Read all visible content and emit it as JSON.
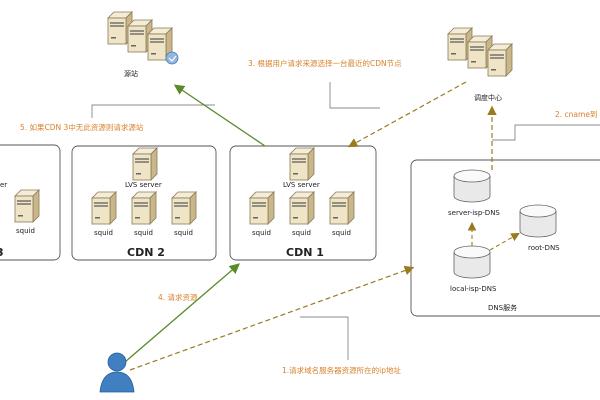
{
  "nodes": {
    "origin": "源站",
    "scheduler": "调度中心",
    "dns_service": "DNS服务",
    "server_isp_dns": "server-isp-DNS",
    "local_isp_dns": "local-isp-DNS",
    "root_dns": "root-DNS"
  },
  "cdns": [
    {
      "title": "CDN 2",
      "lvs": "LVS server",
      "squid": [
        "squid",
        "squid",
        "squid"
      ]
    },
    {
      "title": "CDN 1",
      "lvs": "LVS server",
      "squid": [
        "squid",
        "squid",
        "squid"
      ]
    },
    {
      "title": "3",
      "lvs": "er",
      "squid": [
        "squid"
      ]
    }
  ],
  "steps": {
    "s1": "1.请求域名服务器资源所在的ip地址",
    "s2": "2. cname到",
    "s3": "3. 根据用户请求来源选择一台最近的CDN节点",
    "s4": "4. 请求资源",
    "s5": "5. 如果CDN 3中无此资源则请求源站"
  },
  "colors": {
    "green_arrow": "#5a8a2a",
    "dashed_arrow": "#9a7b1e",
    "step_text": "#d9822b",
    "box_border": "#555555"
  }
}
